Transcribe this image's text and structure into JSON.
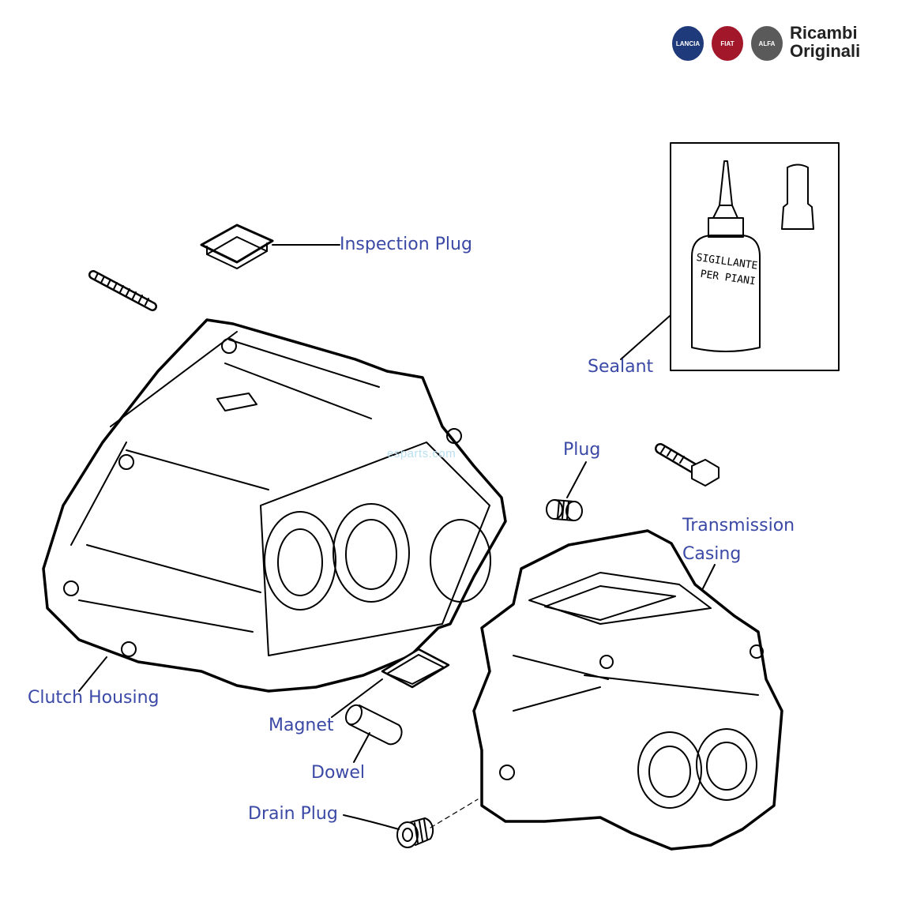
{
  "brand": {
    "line1": "Ricambi",
    "line2": "Originali",
    "badge_lancia": "LANCIA",
    "badge_fiat": "FIAT",
    "badge_alfa": "ALFA",
    "badge_colors": {
      "lancia": "#1e3a7a",
      "fiat": "#a3172b",
      "alfa": "#5a5a5a"
    }
  },
  "watermark": "esparts.com",
  "sealant_tube_text": {
    "line1": "SIGILLANTE",
    "line2": "PER PIANI"
  },
  "labels": {
    "inspection_plug": "Inspection Plug",
    "sealant": "Sealant",
    "plug": "Plug",
    "transmission_casing_1": "Transmission",
    "transmission_casing_2": "Casing",
    "clutch_housing": "Clutch Housing",
    "magnet": "Magnet",
    "dowel": "Dowel",
    "drain_plug": "Drain Plug"
  },
  "colors": {
    "label": "#3b49a6",
    "line": "#000000"
  }
}
